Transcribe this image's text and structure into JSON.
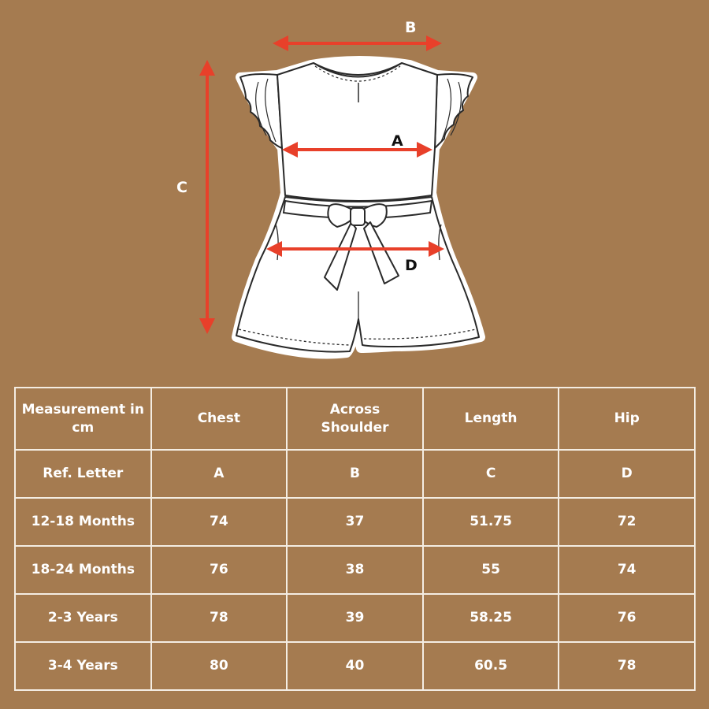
{
  "diagram": {
    "labels": {
      "a": "A",
      "b": "B",
      "c": "C",
      "d": "D"
    },
    "arrow_color": "#e8402a",
    "garment_color": "#ffffff",
    "outline_color": "#2a2a2a"
  },
  "table": {
    "columns": [
      "Measurement in cm",
      "Chest",
      "Across Shoulder",
      "Length",
      "Hip"
    ],
    "ref_row": [
      "Ref. Letter",
      "A",
      "B",
      "C",
      "D"
    ],
    "rows": [
      [
        "12-18 Months",
        "74",
        "37",
        "51.75",
        "72"
      ],
      [
        "18-24 Months",
        "76",
        "38",
        "55",
        "74"
      ],
      [
        "2-3 Years",
        "78",
        "39",
        "58.25",
        "76"
      ],
      [
        "3-4 Years",
        "80",
        "40",
        "60.5",
        "78"
      ]
    ]
  },
  "colors": {
    "background": "#a57b50",
    "table_border": "#f4ede3",
    "text": "#ffffff"
  }
}
